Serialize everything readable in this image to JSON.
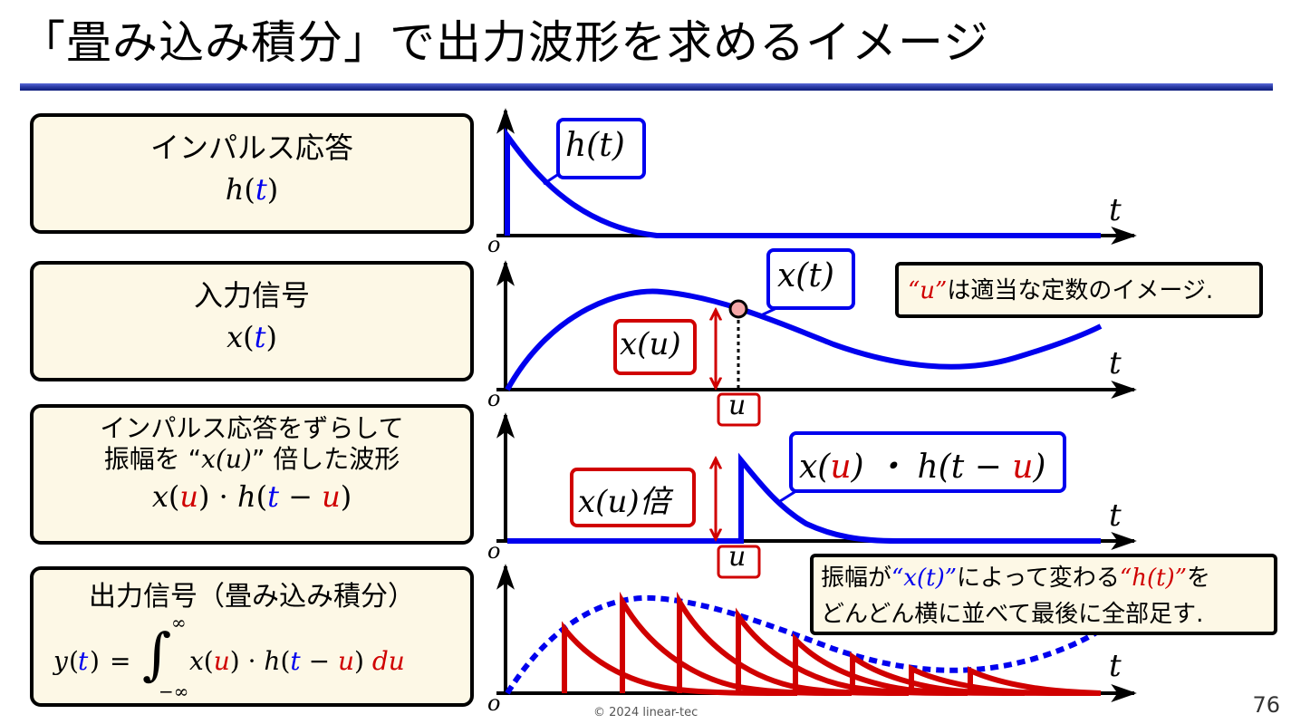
{
  "title": "「畳み込み積分」で出力波形を求めるイメージ",
  "rows": [
    {
      "label": "インパルス応答",
      "math": [
        "h",
        "(",
        "t",
        ")"
      ]
    },
    {
      "label": "入力信号",
      "math": [
        "x",
        "(",
        "t",
        ")"
      ]
    },
    {
      "label_line1": "インパルス応答をずらして",
      "label_line2_pre": "振幅を “",
      "label_line2_math": "x(u)",
      "label_line2_post": "” 倍した波形",
      "math": [
        "x",
        "(",
        "u",
        ")",
        " · ",
        "h",
        "(",
        "t",
        " − ",
        "u",
        ")"
      ]
    },
    {
      "label": "出力信号（畳み込み積分）",
      "math": {
        "lhs_fn": "y",
        "lhs_var": "t",
        "eq": "=",
        "int_upper": "∞",
        "int_lower": "−∞",
        "integrand": [
          "x",
          "(",
          "u",
          ")",
          " · ",
          "h",
          "(",
          "t",
          " − ",
          "u",
          ")",
          " ",
          "du"
        ]
      }
    }
  ],
  "graphs": {
    "origin": "o",
    "axis_t": "t",
    "g1_label": "h(t)",
    "g2_label": "x(t)",
    "g2_xu": "x(u)",
    "g2_u": "u",
    "g3_label": [
      "x(",
      "u",
      ") ・ h(t − ",
      "u",
      ")"
    ],
    "g3_xu": "x(u)倍",
    "g3_u": "u"
  },
  "notes": {
    "note1_u": "“u”",
    "note1_rest": "は適当な定数のイメージ.",
    "note2_line1_a": "振幅が",
    "note2_line1_b": "“x(t)”",
    "note2_line1_c": "によって変わる",
    "note2_line1_d": "“h(t)”",
    "note2_line1_e": "を",
    "note2_line2": "どんどん横に並べて最後に全部足す."
  },
  "colors": {
    "curve": "#0000ee",
    "accent": "#d00000",
    "box_fill": "#fdf8e6",
    "rule": "#1a2a9a"
  },
  "footer": "© 2024 linear-tec",
  "page_number": "76"
}
